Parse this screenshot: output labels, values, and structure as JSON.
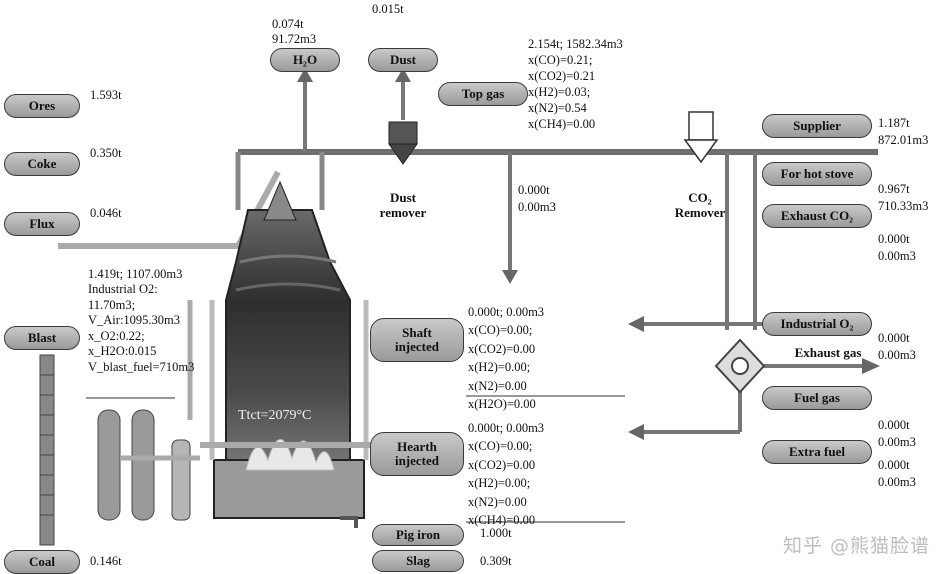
{
  "inputs": {
    "ores": {
      "label": "Ores",
      "value": "1.593t"
    },
    "coke": {
      "label": "Coke",
      "value": "0.350t"
    },
    "flux": {
      "label": "Flux",
      "value": "0.046t"
    },
    "blast": {
      "label": "Blast",
      "lines": [
        "1.419t; 1107.00m3",
        "Industrial O2:",
        "11.70m3;",
        "V_Air:1095.30m3",
        "x_O2:0.22;",
        "x_H2O:0.015",
        "V_blast_fuel=710m3"
      ]
    },
    "coal": {
      "label": "Coal",
      "value": "0.146t"
    }
  },
  "top": {
    "h2o": {
      "label": "H₂O",
      "lines": [
        "0.074t",
        "91.72m3"
      ]
    },
    "dust": {
      "label": "Dust",
      "value": "0.015t"
    },
    "dust_remover": {
      "label": "Dust\nremover"
    },
    "top_gas": {
      "label": "Top gas",
      "lines": [
        "2.154t; 1582.34m3",
        "x(CO)=0.21;",
        "x(CO2)=0.21",
        "x(H2)=0.03;",
        "x(N2)=0.54",
        "x(CH4)=0.00"
      ]
    },
    "branch": {
      "lines": [
        "0.000t",
        "0.00m3"
      ]
    },
    "co2_remover": {
      "label": "CO₂\nRemover"
    }
  },
  "right": {
    "supplier": {
      "label": "Supplier",
      "lines": [
        "1.187t",
        "872.01m3"
      ]
    },
    "hot_stove": {
      "label": "For hot stove",
      "lines": [
        "0.967t",
        "710.33m3"
      ]
    },
    "exhaust_co2": {
      "label": "Exhaust CO₂",
      "lines": [
        "0.000t",
        "0.00m3"
      ]
    },
    "industrial_o2": {
      "label": "Industrial O₂",
      "lines": [
        "0.000t",
        "0.00m3"
      ]
    },
    "exhaust_gas": {
      "label": "Exhaust gas"
    },
    "fuel_gas": {
      "label": "Fuel gas",
      "lines": [
        "0.000t",
        "0.00m3"
      ]
    },
    "extra_fuel": {
      "label": "Extra fuel",
      "lines": [
        "0.000t",
        "0.00m3"
      ]
    }
  },
  "middle": {
    "shaft": {
      "label": "Shaft\ninjected",
      "lines": [
        "0.000t; 0.00m3",
        "x(CO)=0.00;",
        "x(CO2)=0.00",
        "x(H2)=0.00;",
        "x(N2)=0.00",
        "x(H2O)=0.00"
      ]
    },
    "hearth": {
      "label": "Hearth\ninjected",
      "lines": [
        "0.000t; 0.00m3",
        "x(CO)=0.00;",
        "x(CO2)=0.00",
        "x(H2)=0.00;",
        "x(N2)=0.00",
        "x(CH4)=0.00"
      ]
    },
    "pig_iron": {
      "label": "Pig iron",
      "value": "1.000t"
    },
    "slag": {
      "label": "Slag",
      "value": "0.309t"
    }
  },
  "furnace": {
    "temperature": "Ttct=2079°C"
  },
  "watermark": "知乎 @熊猫脸谱",
  "colors": {
    "pipe": "#7a7a7a",
    "pill_fill": "#b0b0b0",
    "dark": "#333333",
    "flame": "#e8e8e8"
  }
}
